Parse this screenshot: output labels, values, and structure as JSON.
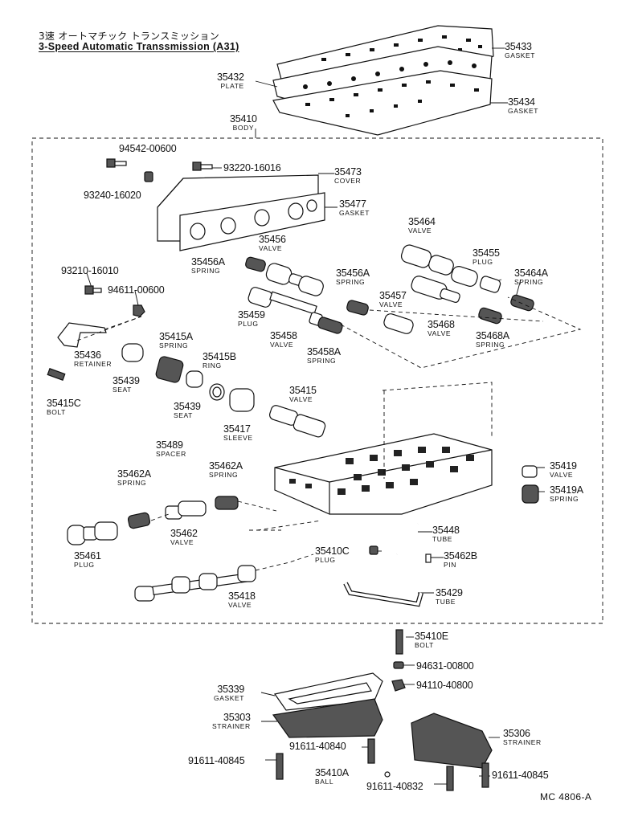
{
  "header": {
    "title_jp": "3速 オートマチック トランスミッション",
    "title_en": "3-Speed Automatic Transsmission (A31)"
  },
  "footer": {
    "code": "MC 4806-A"
  },
  "labels": {
    "p35433": {
      "num": "35433",
      "name": "GASKET"
    },
    "p35432": {
      "num": "35432",
      "name": "PLATE"
    },
    "p35434": {
      "num": "35434",
      "name": "GASKET"
    },
    "p35410": {
      "num": "35410",
      "name": "BODY"
    },
    "p35473": {
      "num": "35473",
      "name": "COVER"
    },
    "p35477": {
      "num": "35477",
      "name": "GASKET"
    },
    "p35456": {
      "num": "35456",
      "name": "VALVE"
    },
    "p35456a_l": {
      "num": "35456A",
      "name": "SPRING"
    },
    "p35456a_r": {
      "num": "35456A",
      "name": "SPRING"
    },
    "p35464": {
      "num": "35464",
      "name": "VALVE"
    },
    "p35455": {
      "num": "35455",
      "name": "PLUG"
    },
    "p35464a": {
      "num": "35464A",
      "name": "SPRING"
    },
    "p35457": {
      "num": "35457",
      "name": "VALVE"
    },
    "p35459": {
      "num": "35459",
      "name": "PLUG"
    },
    "p35458": {
      "num": "35458",
      "name": "VALVE"
    },
    "p35458a": {
      "num": "35458A",
      "name": "SPRING"
    },
    "p35468": {
      "num": "35468",
      "name": "VALVE"
    },
    "p35468a": {
      "num": "35468A",
      "name": "SPRING"
    },
    "p35436": {
      "num": "35436",
      "name": "RETAINER"
    },
    "p35415a": {
      "num": "35415A",
      "name": "SPRING"
    },
    "p35415b": {
      "num": "35415B",
      "name": "RING"
    },
    "p35439a": {
      "num": "35439",
      "name": "SEAT"
    },
    "p35439b": {
      "num": "35439",
      "name": "SEAT"
    },
    "p35415c": {
      "num": "35415C",
      "name": "BOLT"
    },
    "p35415": {
      "num": "35415",
      "name": "VALVE"
    },
    "p35417": {
      "num": "35417",
      "name": "SLEEVE"
    },
    "p35489": {
      "num": "35489",
      "name": "SPACER"
    },
    "p35462a_l": {
      "num": "35462A",
      "name": "SPRING"
    },
    "p35462a_r": {
      "num": "35462A",
      "name": "SPRING"
    },
    "p35462": {
      "num": "35462",
      "name": "VALVE"
    },
    "p35461": {
      "num": "35461",
      "name": "PLUG"
    },
    "p35419": {
      "num": "35419",
      "name": "VALVE"
    },
    "p35419a": {
      "num": "35419A",
      "name": "SPRING"
    },
    "p35448": {
      "num": "35448",
      "name": "TUBE"
    },
    "p35410c": {
      "num": "35410C",
      "name": "PLUG"
    },
    "p35462b": {
      "num": "35462B",
      "name": "PIN"
    },
    "p35418": {
      "num": "35418",
      "name": "VALVE"
    },
    "p35429": {
      "num": "35429",
      "name": "TUBE"
    },
    "p35410e": {
      "num": "35410E",
      "name": "BOLT"
    },
    "p35339": {
      "num": "35339",
      "name": "GASKET"
    },
    "p35303": {
      "num": "35303",
      "name": "STRAINER"
    },
    "p35306": {
      "num": "35306",
      "name": "STRAINER"
    },
    "p35410a": {
      "num": "35410A",
      "name": "BALL"
    }
  },
  "codes": {
    "c94542": "94542-00600",
    "c93220": "93220-16016",
    "c93240": "93240-16020",
    "c93210": "93210-16010",
    "c94611": "94611-00600",
    "c94631": "94631-00800",
    "c94110": "94110-40800",
    "c91611_840": "91611-40840",
    "c91611_845a": "91611-40845",
    "c91611_845b": "91611-40845",
    "c91611_832": "91611-40832"
  }
}
